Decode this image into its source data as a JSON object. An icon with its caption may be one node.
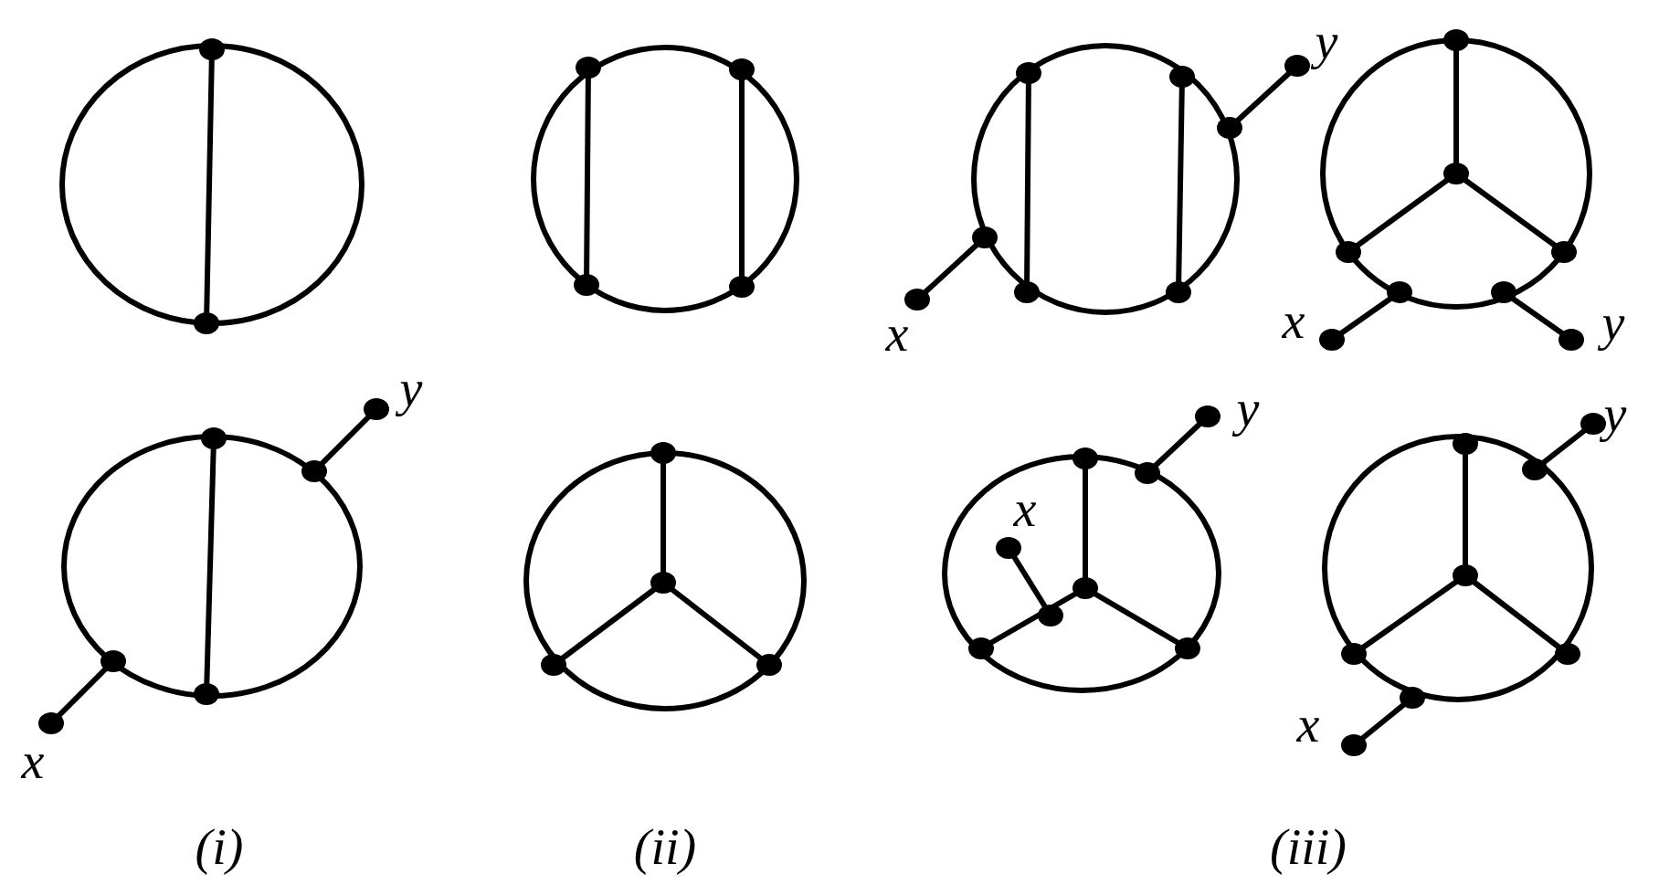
{
  "diagram": {
    "labels": [
      "y",
      "x",
      "x",
      "y",
      "y",
      "y",
      "y",
      "x",
      "x",
      "x",
      "(i)",
      "(ii)",
      "(iii)"
    ]
  }
}
